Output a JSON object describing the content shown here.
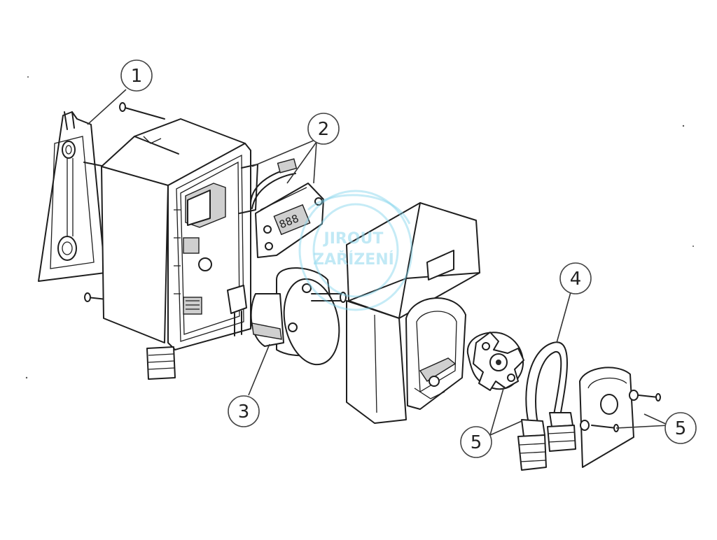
{
  "callouts": [
    {
      "label": "1"
    },
    {
      "label": "2"
    },
    {
      "label": "3"
    },
    {
      "label": "4"
    },
    {
      "label": "5"
    },
    {
      "label": "5"
    }
  ],
  "watermark": {
    "line1": "JIROUT",
    "line2": "ZAŘÍZENÍ"
  },
  "display": {
    "digits": "888"
  },
  "colors": {
    "line": "#1e1e1e",
    "shade": "#cfcfcf",
    "watermark": "#7fd3ea"
  }
}
